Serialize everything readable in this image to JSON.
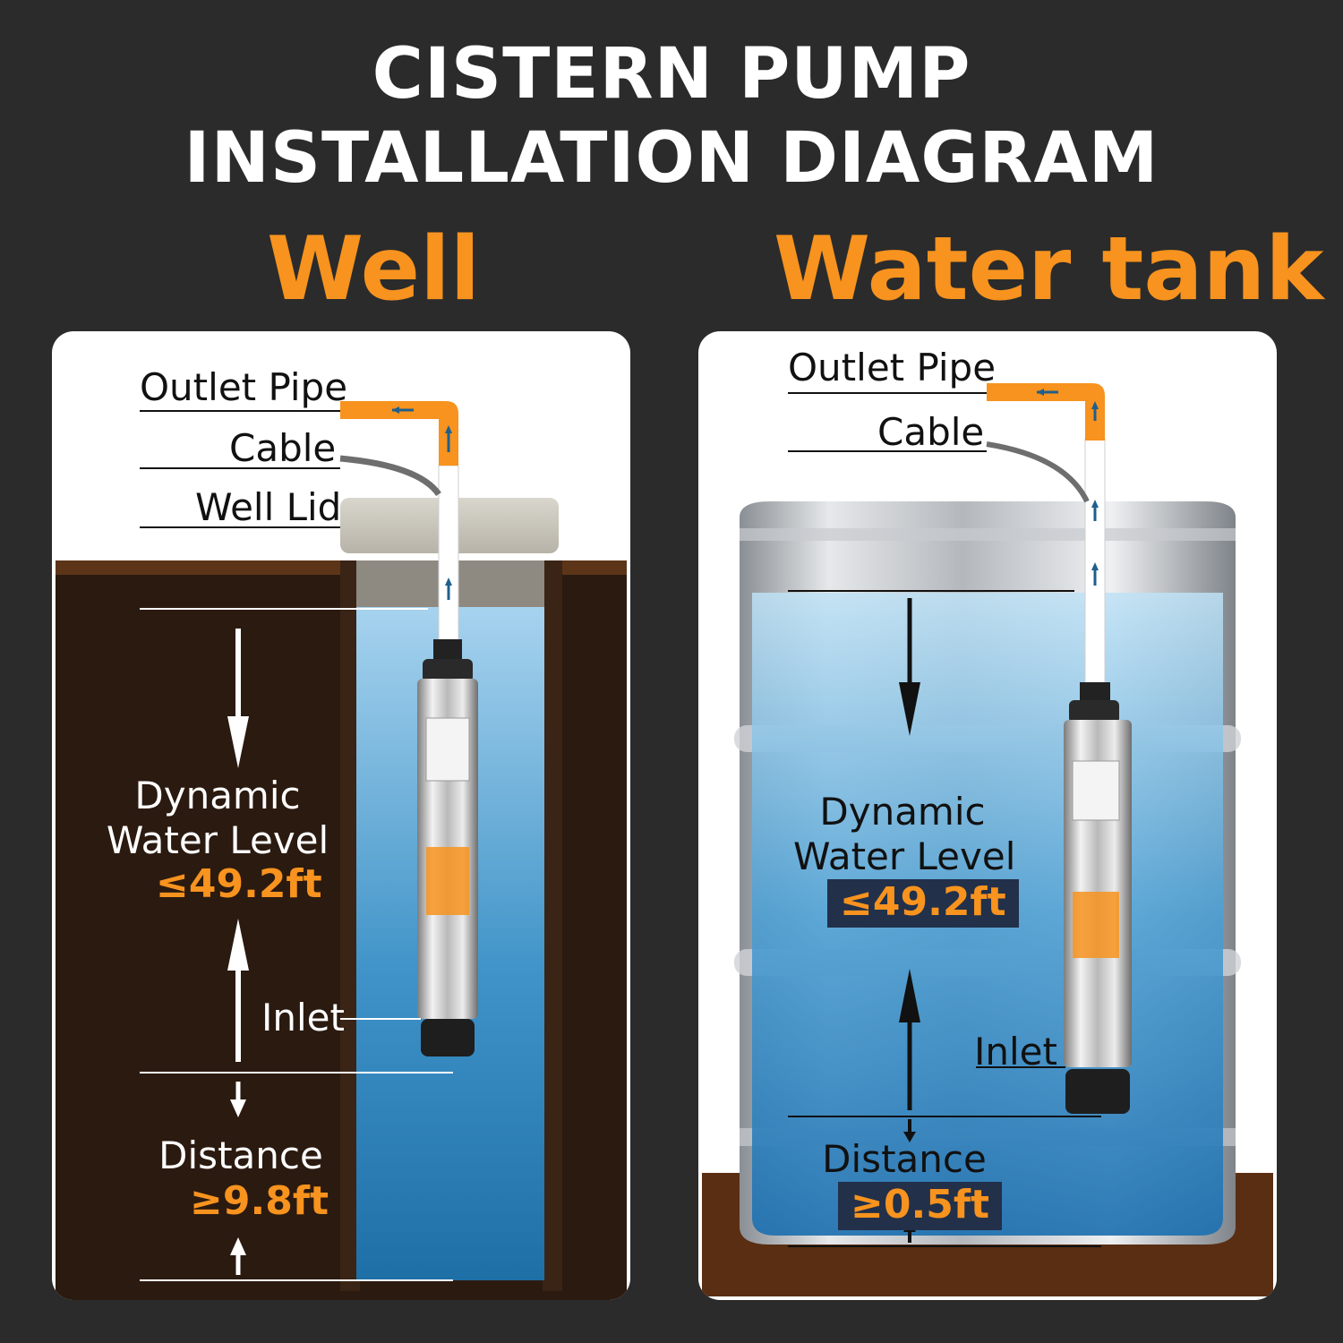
{
  "header": {
    "title_line1": "CISTERN PUMP",
    "title_line2": "INSTALLATION DIAGRAM"
  },
  "well": {
    "title": "Well",
    "outlet_pipe": "Outlet Pipe",
    "cable": "Cable",
    "well_lid": "Well Lid",
    "dynamic_line1": "Dynamic",
    "dynamic_line2": "Water Level",
    "dynamic_value": "≤49.2ft",
    "inlet": "Inlet",
    "distance": "Distance",
    "distance_value": "≥9.8ft"
  },
  "tank": {
    "title": "Water tank",
    "outlet_pipe": "Outlet Pipe",
    "cable": "Cable",
    "dynamic_line1": "Dynamic",
    "dynamic_line2": "Water Level",
    "dynamic_value": "≤49.2ft",
    "inlet": "Inlet",
    "distance": "Distance",
    "distance_value": "≥0.5ft"
  },
  "colors": {
    "background": "#2b2b2b",
    "accent_orange": "#f7931e",
    "soil": "#2b1a10",
    "water": "#2f86c0",
    "value_box": "#22304a"
  }
}
